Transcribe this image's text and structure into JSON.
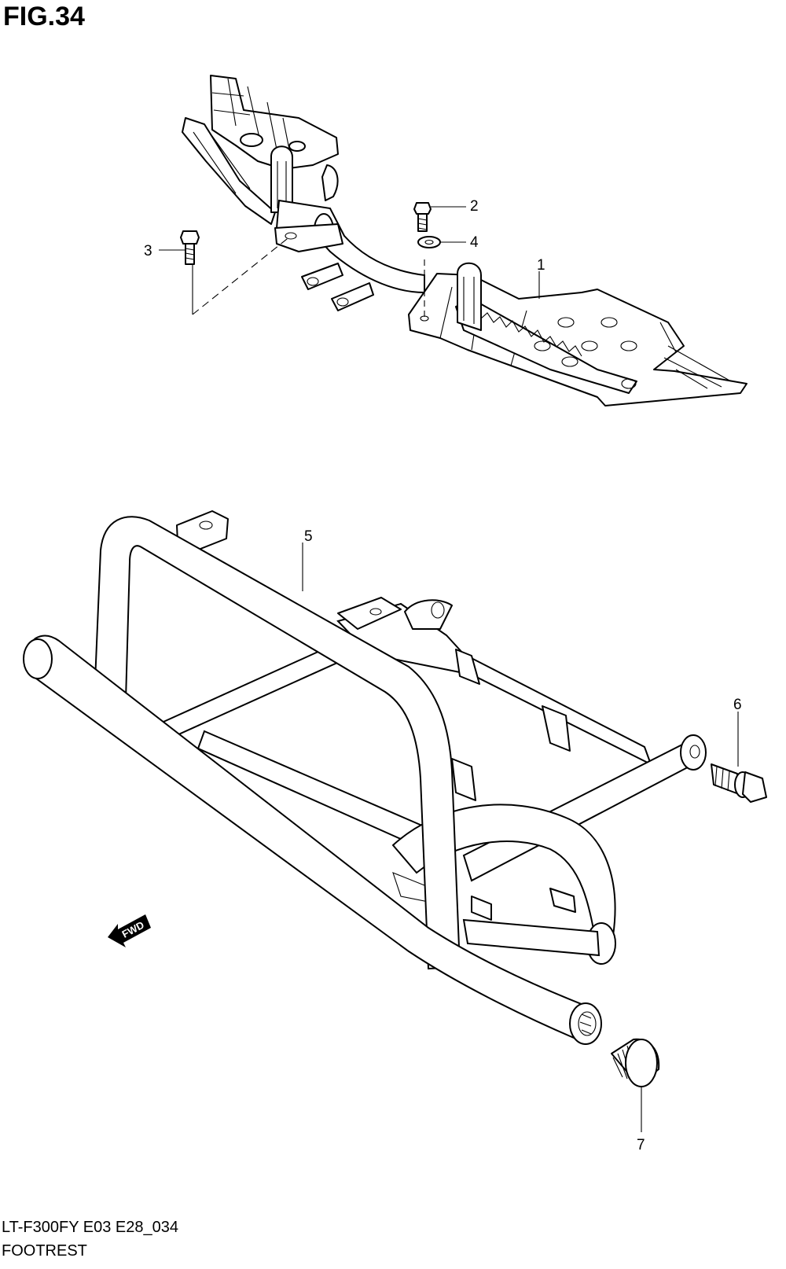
{
  "figure": {
    "title": "FIG.34",
    "code": "LT-F300FY E03 E28_034",
    "name": "FOOTREST"
  },
  "callouts": [
    {
      "id": "1",
      "label": "1"
    },
    {
      "id": "2",
      "label": "2"
    },
    {
      "id": "3",
      "label": "3"
    },
    {
      "id": "4",
      "label": "4"
    },
    {
      "id": "5",
      "label": "5"
    },
    {
      "id": "6",
      "label": "6"
    },
    {
      "id": "7",
      "label": "7"
    }
  ],
  "direction_arrow": {
    "label": "FWD",
    "icon": "fwd-arrow-icon"
  }
}
